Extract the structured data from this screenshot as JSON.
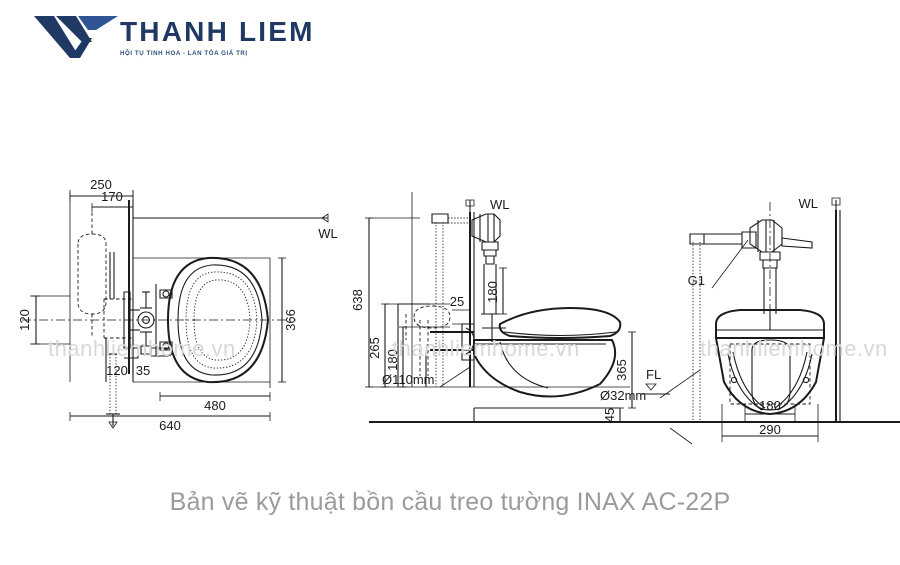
{
  "brand": {
    "name": "THANH LIEM",
    "tagline": "HỘI TỤ TINH HOA - LAN TỎA GIÁ TRỊ",
    "logo_icon": "double-chevron-logo-icon",
    "primary_color": "#1f3864",
    "secondary_color": "#2f4f82"
  },
  "caption": {
    "text": "Bản vẽ kỹ thuật bồn cầu treo tường INAX AC-22P",
    "color": "#9b9b9b"
  },
  "watermark": {
    "text": "thanhliemhome.vn",
    "color": "#d8d8d8"
  },
  "drawing": {
    "line_color": "#1b1b1b",
    "views": [
      {
        "id": "top-view",
        "name": "Top view / plan of wall-hung toilet",
        "labels": [
          {
            "name": "dim-250",
            "text": "250"
          },
          {
            "name": "dim-170",
            "text": "170"
          },
          {
            "name": "water-level-marker",
            "text": "WL"
          },
          {
            "name": "dim-366",
            "text": "366"
          },
          {
            "name": "dim-120",
            "text": "120"
          },
          {
            "name": "dim-120b",
            "text": "120"
          },
          {
            "name": "dim-35",
            "text": "35"
          },
          {
            "name": "dim-480",
            "text": "480"
          },
          {
            "name": "dim-640",
            "text": "640"
          }
        ]
      },
      {
        "id": "side-view",
        "name": "Side section view of wall-hung toilet",
        "labels": [
          {
            "name": "water-level-marker",
            "text": "WL"
          },
          {
            "name": "dim-638",
            "text": "638"
          },
          {
            "name": "dim-25",
            "text": "25"
          },
          {
            "name": "dim-180-valve",
            "text": "180"
          },
          {
            "name": "dim-265",
            "text": "265"
          },
          {
            "name": "dim-180",
            "text": "180"
          },
          {
            "name": "dim-365",
            "text": "365"
          },
          {
            "name": "dim-45",
            "text": "45"
          },
          {
            "name": "floor-level-marker",
            "text": "FL"
          },
          {
            "name": "pipe-diameter-110",
            "text": "Ø110mm"
          },
          {
            "name": "pipe-diameter-32",
            "text": "Ø32mm"
          }
        ]
      },
      {
        "id": "front-view",
        "name": "Front elevation view of wall-hung toilet",
        "labels": [
          {
            "name": "inlet-thread-g1",
            "text": "G1"
          },
          {
            "name": "water-level-marker",
            "text": "WL"
          },
          {
            "name": "dim-180",
            "text": "180"
          },
          {
            "name": "dim-290",
            "text": "290"
          }
        ]
      }
    ]
  }
}
